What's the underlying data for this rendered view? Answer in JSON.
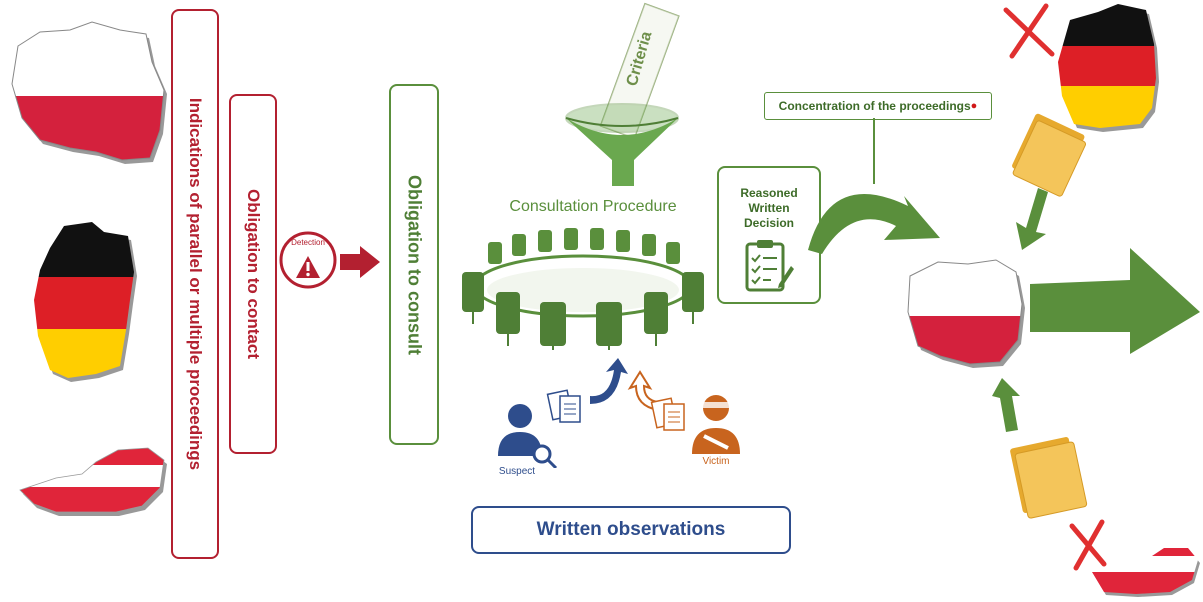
{
  "labels": {
    "indications": "Indications of parallel or multiple proceedings",
    "obligation_contact": "Obligation to contact",
    "detection": "Detection",
    "obligation_consult": "Obligation to consult",
    "criteria": "Criteria",
    "consultation": "Consultation Procedure",
    "suspect": "Suspect",
    "victim": "Victim",
    "written_observations": "Written observations",
    "reasoned_decision": "Reasoned\nWritten\nDecision",
    "concentration": "Concentration of the proceedings"
  },
  "colors": {
    "red": "#b32030",
    "green": "#5a8f3c",
    "blue": "#2e4d8c",
    "orange": "#c8641e",
    "folder": "#f0c34a"
  },
  "icons": [
    "poland-map-icon",
    "germany-map-icon",
    "austria-map-icon",
    "warning-icon",
    "funnel-icon",
    "conference-table-icon",
    "suspect-icon",
    "victim-icon",
    "documents-icon",
    "checklist-icon",
    "folder-icon",
    "cross-icon"
  ]
}
